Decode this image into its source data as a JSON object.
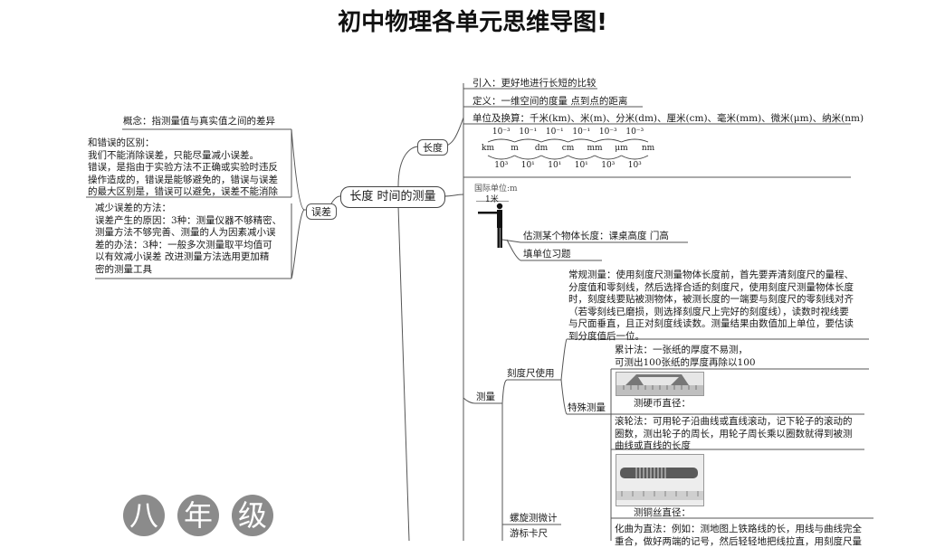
{
  "title": "初中物理各单元思维导图!",
  "center": "长度  时间的测量",
  "error_branch": {
    "label": "误差",
    "concept": "概念：指测量值与真实值之间的差异",
    "difference": "和错误的区别：\n我们不能消除误差，只能尽量减小误差。\n错误，是指由于实验方法不正确或实验时违反\n操作造成的，错误是能够避免的，错误与误差\n的最大区别是，错误可以避免，误差不能消除",
    "reduce": "减少误差的方法：\n误差产生的原因：3种：测量仪器不够精密、\n测量方法不够完善、测量的人为因素减小误\n差的办法：3种：一般多次测量取平均值可\n以有效减小误差 改进测量方法选用更加精\n密的测量工具"
  },
  "length_branch": {
    "label": "长度",
    "intro": "引入：更好地进行长短的比较",
    "definition": "定义：一维空间的度量 点到点的距离",
    "units": "单位及换算：千米(km)、米(m)、分米(dm)、厘米(cm)、毫米(mm)、微米(μm)、纳米(nm)",
    "unit_symbols": [
      "km",
      "m",
      "dm",
      "cm",
      "mm",
      "μm",
      "nm"
    ],
    "factors_down": [
      "10⁻³",
      "10⁻¹",
      "10⁻¹",
      "10⁻¹",
      "10⁻³",
      "10⁻³"
    ],
    "factors_up": [
      "10³",
      "10¹",
      "10¹",
      "10¹",
      "10³",
      "10³"
    ],
    "intl_unit": "国际单位:m",
    "one_meter": "1米",
    "estimate": "估测某个物体长度：课桌高度 门高",
    "fill_exercise": "填单位习题"
  },
  "measure_branch": {
    "label": "测量",
    "ruler_use": "刻度尺使用",
    "normal": "常规测量：使用刻度尺测量物体长度前，首先要弄清刻度尺的量程、\n分度值和零刻线，然后选择合适的刻度尺，使用刻度尺测量物体长度\n时，刻度线要贴被测物体，被测长度的一端要与刻度尺的零刻线对齐\n（若零刻线已磨损，则选择刻度尺上完好的刻度线），读数时视线要\n与尺面垂直，且正对刻度线读数。测量结果由数值加上单位，要估读\n到分度值后一位。",
    "special": "特殊测量",
    "accumulate": "累计法：一张纸的厚度不易测，\n可测出100张纸的厚度再除以100",
    "coin": "测硬币直径：",
    "wheel": "滚轮法：可用轮子沿曲线或直线滚动，记下轮子的滚动的\n圈数，测出轮子的周长，用轮子周长乘以圈数就得到被测\n曲线或直线的长度",
    "wire": "测铜丝直径：",
    "curve": "化曲为直法：例如：测地图上铁路线的长，用线与曲线完全\n重合，做好两端的记号，然后轻轻地把线拉直，用刻度尺量",
    "micrometer": "螺旋测微计",
    "vernier": "游标卡尺"
  },
  "grade_chars": [
    "八",
    "年",
    "级"
  ]
}
